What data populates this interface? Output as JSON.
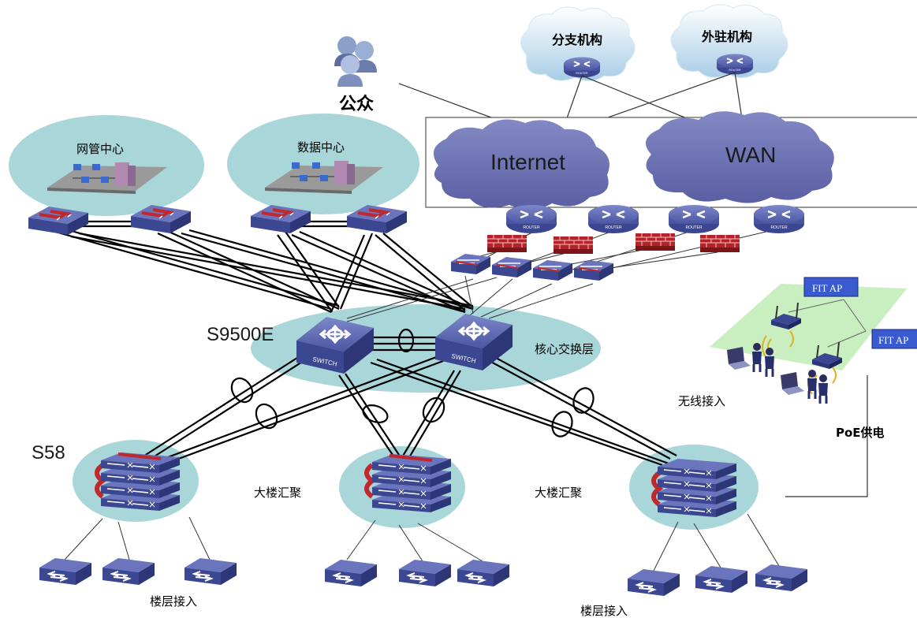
{
  "labels": {
    "public": "公众",
    "branch_org": "分支机构",
    "external_org": "外驻机构",
    "internet": "Internet",
    "wan": "WAN",
    "nms_center": "网管中心",
    "data_center": "数据中心",
    "core_model": "S9500E",
    "core_layer": "核心交换层",
    "aggregation_model": "S58",
    "building_agg_1": "大楼汇聚",
    "building_agg_2": "大楼汇聚",
    "floor_access_1": "楼层接入",
    "floor_access_2": "楼层接入",
    "wireless_access": "无线接入",
    "poe": "PoE供电",
    "fit_ap_1": "FIT AP",
    "fit_ap_2": "FIT AP",
    "router_tag": "ROUTER",
    "switch_tag": "SWITCH"
  },
  "colors": {
    "cloud": "#6d72b2",
    "ellipse": "#a9d6d8",
    "device": "#4a56a0",
    "firewall": "#c0282c",
    "wireless_area": "#c9eec0",
    "fit_ap_box": "#3a5bd0"
  }
}
